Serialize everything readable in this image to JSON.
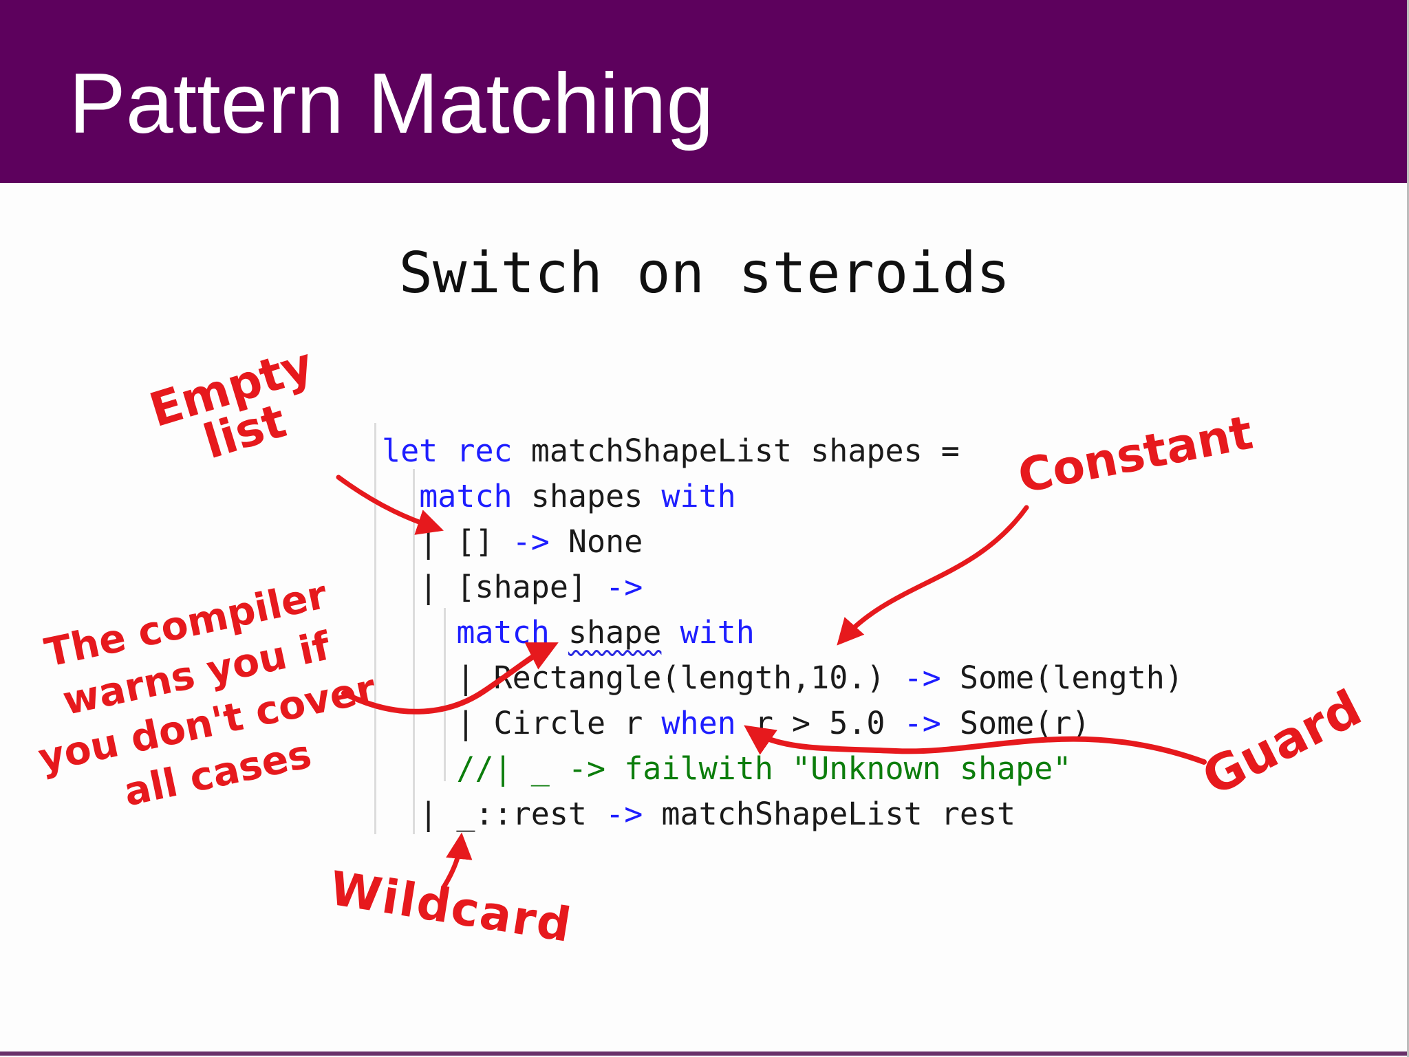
{
  "slide": {
    "title": "Pattern Matching",
    "subtitle": "Switch on steroids"
  },
  "colors": {
    "header_bg": "#5d015d",
    "keyword_blue": "#1e1eff",
    "comment_green": "#0c7d0c",
    "code_black": "#1a1a1a",
    "annotation_red": "#e6191d",
    "indent_guide": "#dcdcdc",
    "bottom_bar": "#693069"
  },
  "code": {
    "language": "fsharp",
    "lines": [
      [
        {
          "t": "let",
          "c": "kw"
        },
        {
          "t": " ",
          "c": "pl"
        },
        {
          "t": "rec",
          "c": "kw"
        },
        {
          "t": " matchShapeList shapes =",
          "c": "pl"
        }
      ],
      [
        {
          "t": "  ",
          "c": "pl"
        },
        {
          "t": "match",
          "c": "kw"
        },
        {
          "t": " shapes ",
          "c": "pl"
        },
        {
          "t": "with",
          "c": "kw"
        }
      ],
      [
        {
          "t": "  | [] ",
          "c": "pl"
        },
        {
          "t": "->",
          "c": "kw"
        },
        {
          "t": " None",
          "c": "pl"
        }
      ],
      [
        {
          "t": "  | [shape] ",
          "c": "pl"
        },
        {
          "t": "->",
          "c": "kw"
        }
      ],
      [
        {
          "t": "    ",
          "c": "pl"
        },
        {
          "t": "match",
          "c": "kw"
        },
        {
          "t": " ",
          "c": "pl"
        },
        {
          "t": "shape",
          "c": "pl",
          "squiggle": true
        },
        {
          "t": " ",
          "c": "pl"
        },
        {
          "t": "with",
          "c": "kw"
        }
      ],
      [
        {
          "t": "    | Rectangle(length,10.) ",
          "c": "pl"
        },
        {
          "t": "->",
          "c": "kw"
        },
        {
          "t": " Some(length)",
          "c": "pl"
        }
      ],
      [
        {
          "t": "    | Circle r ",
          "c": "pl"
        },
        {
          "t": "when",
          "c": "kw"
        },
        {
          "t": " r > 5.0 ",
          "c": "pl"
        },
        {
          "t": "->",
          "c": "kw"
        },
        {
          "t": " Some(r)",
          "c": "pl"
        }
      ],
      [
        {
          "t": "    //| _ -> failwith \"Unknown shape\"",
          "c": "cm"
        }
      ],
      [
        {
          "t": "  | _::rest ",
          "c": "pl"
        },
        {
          "t": "->",
          "c": "kw"
        },
        {
          "t": " matchShapeList rest",
          "c": "pl"
        }
      ]
    ]
  },
  "annotations": {
    "empty_list": {
      "line1": "Empty",
      "line2": "list"
    },
    "constant": "Constant",
    "compiler_note": {
      "line1": "The compiler",
      "line2": "warns you if",
      "line3": "you don't cover",
      "line4": "all cases"
    },
    "guard": "Guard",
    "wildcard": "Wildcard"
  }
}
